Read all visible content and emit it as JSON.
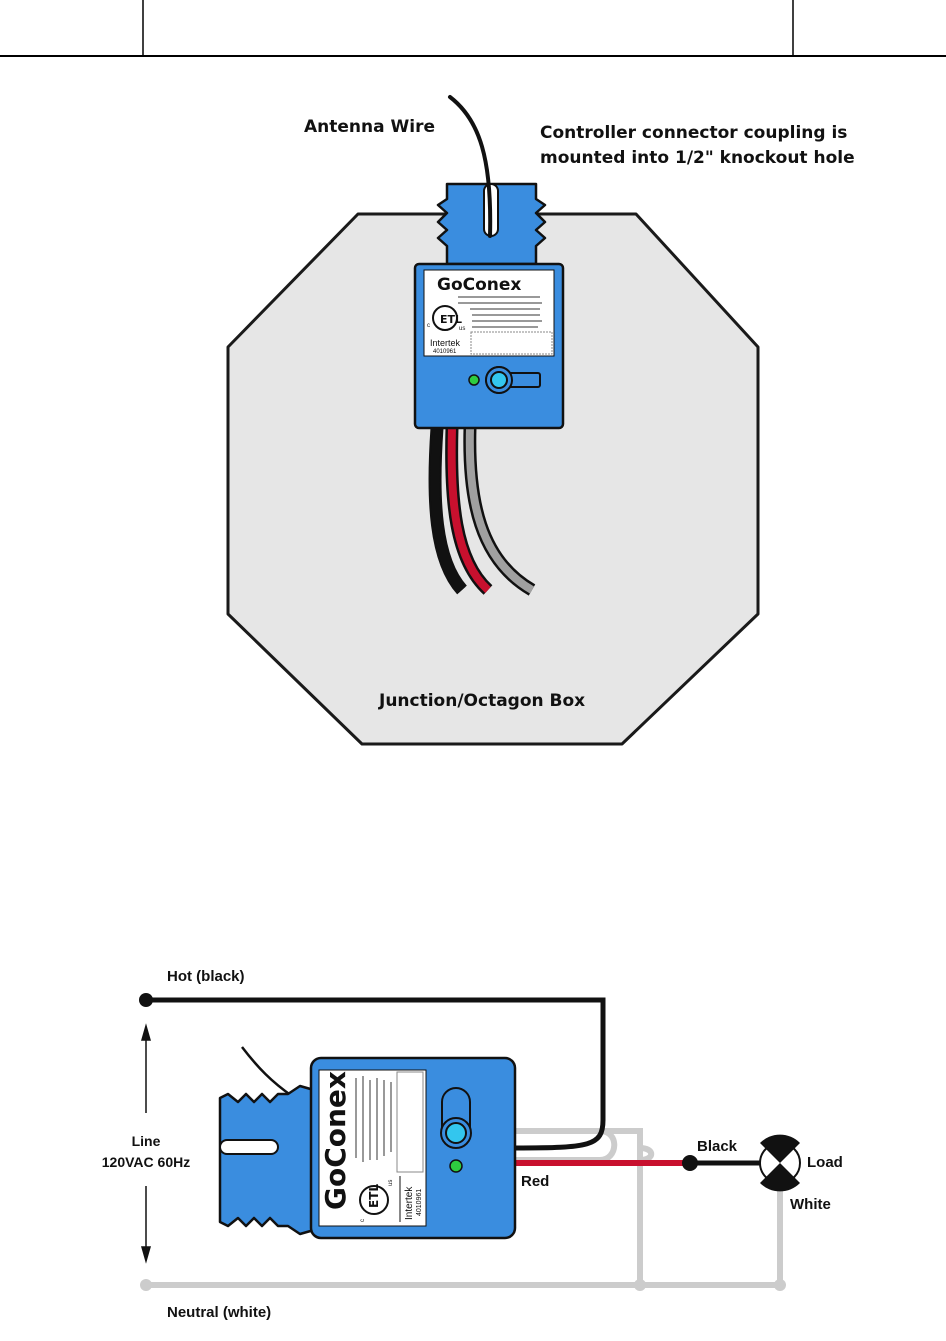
{
  "header": {
    "cells": [
      "",
      "",
      ""
    ]
  },
  "top_diagram": {
    "antenna_label": "Antenna Wire",
    "coupling_label_line1": "Controller connector coupling is",
    "coupling_label_line2": "mounted into 1/2\" knockout hole",
    "box_label": "Junction/Octagon Box",
    "device": {
      "brand": "GoConex",
      "cert_mark": "ETL",
      "cert_c": "c",
      "cert_us": "us",
      "cert_lab": "Intertek",
      "cert_number": "4010961"
    },
    "wire_colors": [
      "#111111",
      "#c8102e",
      "#a0a0a0"
    ]
  },
  "wiring_diagram": {
    "hot_label": "Hot (black)",
    "neutral_label": "Neutral (white)",
    "line_label_1": "Line",
    "line_label_2": "120VAC 60Hz",
    "red_label": "Red",
    "black_label": "Black",
    "white_label": "White",
    "load_label": "Load",
    "device": {
      "brand": "GoConex",
      "cert_mark": "ETL",
      "cert_c": "c",
      "cert_us": "us",
      "cert_lab": "Intertek",
      "cert_number": "4010961"
    }
  },
  "colors": {
    "device_blue": "#3a8ddf",
    "box_gray": "#e6e6e6",
    "wire_black": "#111111",
    "wire_red": "#c8102e",
    "wire_white": "#cccccc",
    "led_green": "#2ecc40",
    "button_cyan": "#33c6ee"
  }
}
